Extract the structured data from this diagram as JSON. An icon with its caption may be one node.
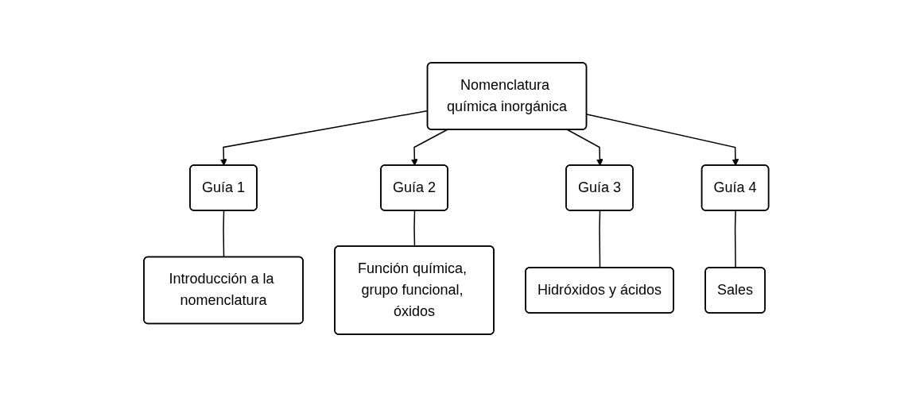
{
  "diagram": {
    "nodes": [
      {
        "text": [
          "Nomenclatura química inorgánica"
        ]
      },
      {
        "text": [
          "Guía 1"
        ]
      },
      {
        "text": [
          "Guía 2"
        ]
      },
      {
        "text": [
          "Guía 3"
        ]
      },
      {
        "text": [
          "Guía 4"
        ]
      },
      {
        "text": [
          "Introducción a la nomenclatura"
        ]
      },
      {
        "text": [
          "Función química, grupo funcional, óxidos"
        ]
      },
      {
        "text": [
          "Hidróxidos y ácidos"
        ]
      },
      {
        "text": [
          "Sales"
        ]
      }
    ],
    "edges": [
      {
        "from": 0,
        "to": 1,
        "arrow": "to"
      },
      {
        "from": 0,
        "to": 2,
        "arrow": "to"
      },
      {
        "from": 0,
        "to": 3,
        "arrow": "to"
      },
      {
        "from": 0,
        "to": 4,
        "arrow": "to"
      },
      {
        "from": 1,
        "to": 5,
        "arrow": "none"
      },
      {
        "from": 2,
        "to": 6,
        "arrow": "none"
      },
      {
        "from": 3,
        "to": 7,
        "arrow": "none"
      },
      {
        "from": 4,
        "to": 8,
        "arrow": "none"
      }
    ]
  }
}
